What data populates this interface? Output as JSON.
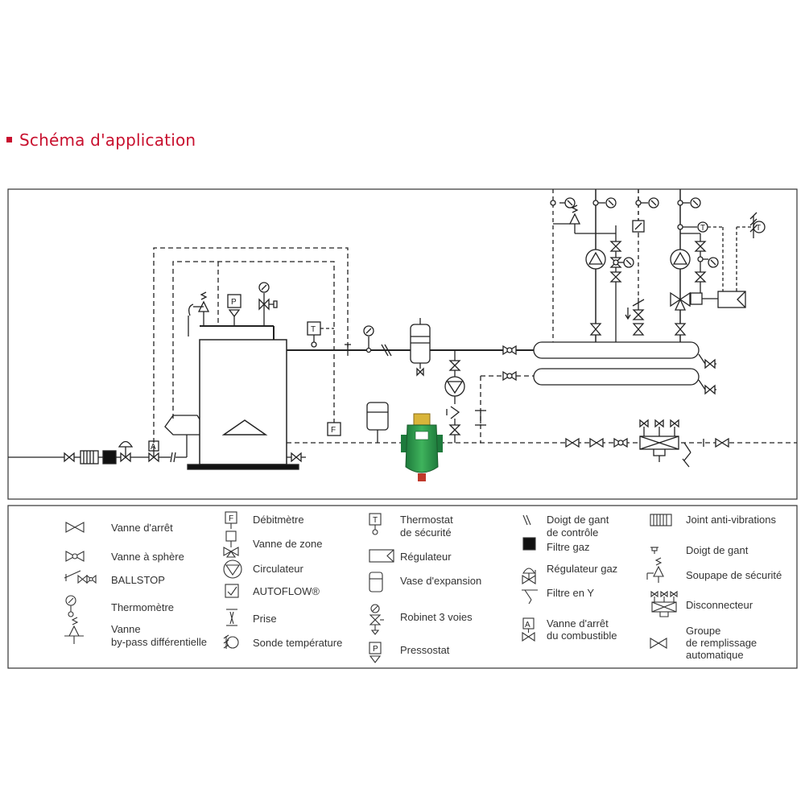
{
  "title": "Schéma d'application",
  "accent_color": "#c8102e",
  "symbol_letters": {
    "T": "T",
    "P": "P",
    "F": "F",
    "A": "A"
  },
  "legend": {
    "col1": [
      {
        "icon": "stop-valve-icon",
        "label": "Vanne d'arrêt"
      },
      {
        "icon": "ball-valve-icon",
        "label": "Vanne à sphère"
      },
      {
        "icon": "ballstop-icon",
        "label": "BALLSTOP"
      },
      {
        "icon": "thermometer-icon",
        "label": "Thermomètre"
      },
      {
        "icon": "bypass-valve-icon",
        "label": "Vanne",
        "label2": "by-pass différentielle"
      }
    ],
    "col2": [
      {
        "icon": "flowmeter-icon",
        "label": "Débitmètre"
      },
      {
        "icon": "zone-valve-icon",
        "label": "Vanne de zone"
      },
      {
        "icon": "circulator-icon",
        "label": "Circulateur"
      },
      {
        "icon": "autoflow-icon",
        "label": "AUTOFLOW®"
      },
      {
        "icon": "test-port-icon",
        "label": "Prise"
      },
      {
        "icon": "temperature-probe-icon",
        "label": "Sonde température"
      }
    ],
    "col3": [
      {
        "icon": "safety-thermostat-icon",
        "label": "Thermostat",
        "label2": "de sécurité"
      },
      {
        "icon": "regulator-icon",
        "label": "Régulateur"
      },
      {
        "icon": "expansion-vessel-icon",
        "label": "Vase d'expansion"
      },
      {
        "icon": "three-way-valve-icon",
        "label": "Robinet 3 voies"
      },
      {
        "icon": "pressure-switch-icon",
        "label": "Pressostat"
      }
    ],
    "col4": [
      {
        "icon": "control-well-icon",
        "label": "Doigt de gant",
        "label2": "de contrôle"
      },
      {
        "icon": "gas-filter-icon",
        "label": "Filtre gaz"
      },
      {
        "icon": "gas-regulator-icon",
        "label": "Régulateur gaz"
      },
      {
        "icon": "y-filter-icon",
        "label": "Filtre en Y"
      },
      {
        "icon": "fuel-shutoff-valve-icon",
        "label": "Vanne d'arrêt",
        "label2": "du combustible"
      }
    ],
    "col5": [
      {
        "icon": "anti-vibration-joint-icon",
        "label": "Joint anti-vibrations"
      },
      {
        "icon": "thermowell-icon",
        "label": "Doigt de gant"
      },
      {
        "icon": "safety-valve-icon",
        "label": "Soupape de sécurité"
      },
      {
        "icon": "disconnector-icon",
        "label": "Disconnecteur"
      },
      {
        "icon": "auto-fill-unit-icon",
        "label": "Groupe",
        "label2": "de remplissage",
        "label3": "automatique"
      }
    ]
  }
}
